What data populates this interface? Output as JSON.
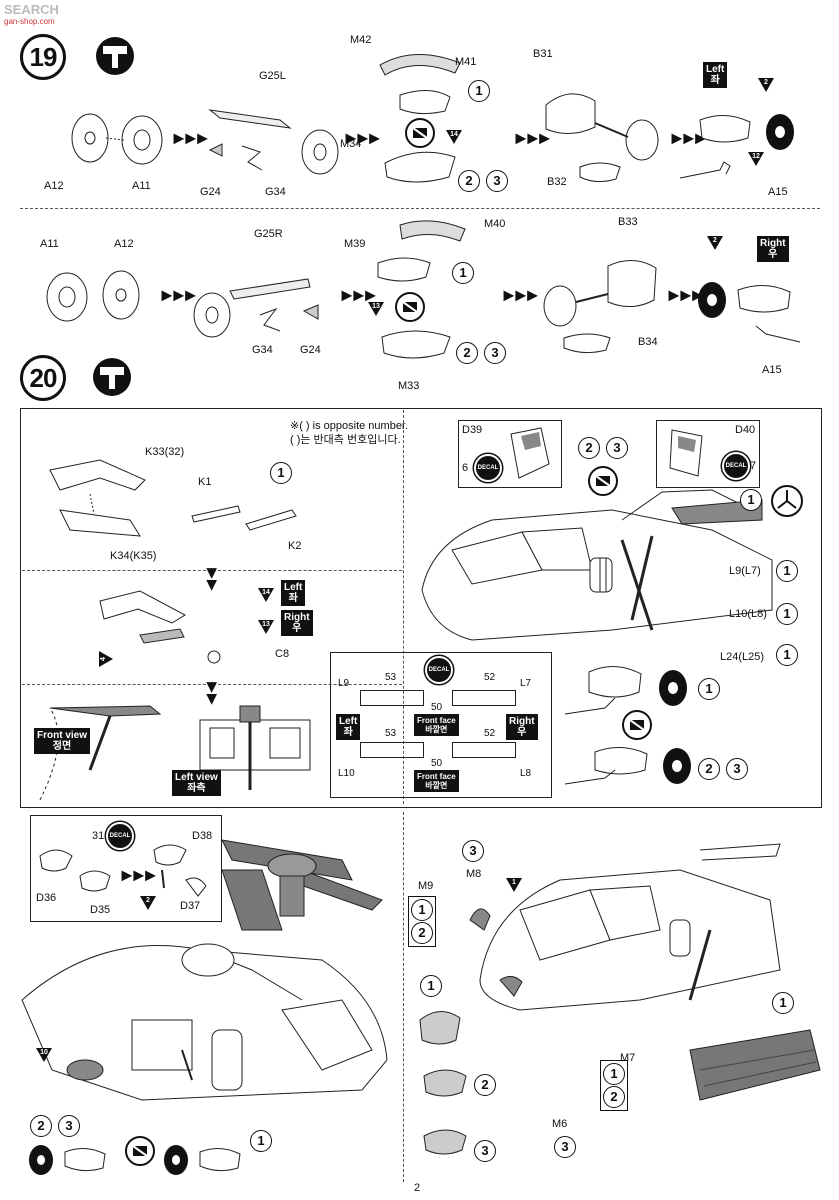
{
  "watermark": {
    "brand": "SEARCH",
    "url": "gan-shop.com"
  },
  "page_number": "2",
  "step19": {
    "number": "19",
    "row1_labels": [
      "A12",
      "A11",
      "G25L",
      "G24",
      "G34",
      "M42",
      "M41",
      "M34",
      "B31",
      "B32",
      "Left",
      "좌",
      "A15"
    ],
    "colors": [
      "1",
      "2",
      "3"
    ],
    "tri_14": "14",
    "tri_12": "12",
    "tri_2": "2"
  },
  "step19b": {
    "labels": [
      "A11",
      "A12",
      "G25R",
      "G34",
      "G24",
      "M40",
      "M39",
      "M33",
      "B33",
      "B34",
      "Right",
      "우",
      "A15"
    ],
    "tri_13": "13",
    "tri_2": "2"
  },
  "step20": {
    "number": "20",
    "note_en": "※( ) is opposite number.",
    "note_kr": "( )는 반대측 번호입니다.",
    "labels": {
      "k33": "K33(32)",
      "k34": "K34(K35)",
      "k1": "K1",
      "k2": "K2",
      "c8": "C8",
      "left": "Left",
      "left_kr": "좌",
      "right": "Right",
      "right_kr": "우",
      "tri_14": "14",
      "tri_13": "13",
      "tri_4": "4",
      "front_view": "Front view",
      "front_view_kr": "정면",
      "left_view": "Left view",
      "left_view_kr": "좌측",
      "d39": "D39",
      "d40": "D40",
      "d6": "6",
      "d7": "7",
      "l9": "L9(L7)",
      "l10": "L10(L8)",
      "l24": "L24(L25)"
    },
    "decal_panel": {
      "decal": "DECAL",
      "l9": "L9",
      "l7": "L7",
      "l10": "L10",
      "l8": "L8",
      "n53a": "53",
      "n52a": "52",
      "n50a": "50",
      "n53b": "53",
      "n52b": "52",
      "n50b": "50",
      "front_face": "Front face",
      "front_face_kr": "바깥면",
      "left": "Left",
      "left_kr": "좌",
      "right": "Right",
      "right_kr": "우"
    }
  },
  "step21": {
    "labels": {
      "d36": "D36",
      "d35": "D35",
      "d38": "D38",
      "d37": "D37",
      "d31": "31",
      "tri_2": "2",
      "tri_10": "10",
      "decal": "DECAL"
    }
  },
  "step22": {
    "labels": {
      "m9": "M9",
      "m8": "M8",
      "m7": "M7",
      "m6": "M6",
      "tri_1": "1"
    }
  }
}
